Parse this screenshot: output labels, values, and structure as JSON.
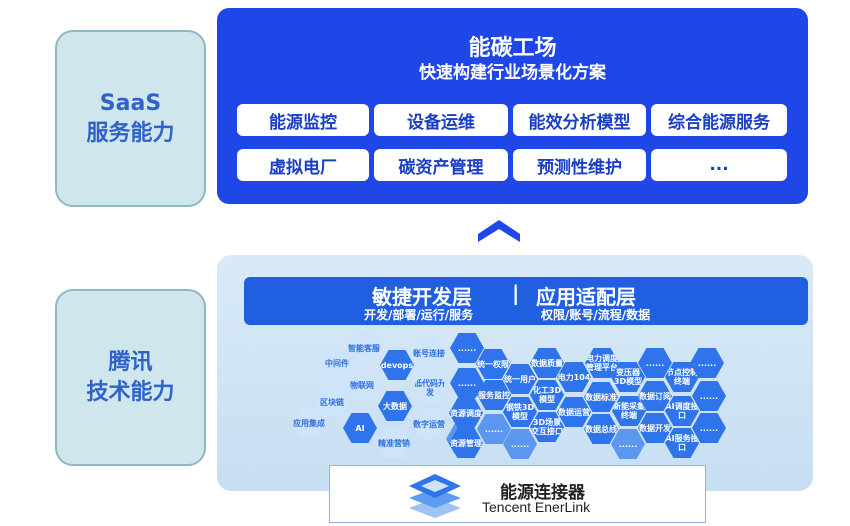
{
  "saas_box": {
    "line1": "SaaS",
    "line2": "服务能力"
  },
  "tencent_box": {
    "line1": "腾讯",
    "line2": "技术能力"
  },
  "top": {
    "title": "能碳工场",
    "subtitle": "快速构建行业场景化方案",
    "chips_row1": [
      "能源监控",
      "设备运维",
      "能效分析模型",
      "综合能源服务"
    ],
    "chips_row2": [
      "虚拟电厂",
      "碳资产管理",
      "预测性维护",
      "..."
    ]
  },
  "bar": {
    "left_heading": "敏捷开发层",
    "separator": "|",
    "right_heading": "应用适配层",
    "left_sub": "开发/部署/运行/服务",
    "right_sub": "权限/账号/流程/数据"
  },
  "hexes_left": [
    "中间件",
    "智能客服",
    "devops",
    "账号连接",
    "物联网",
    "低代码开发",
    "区块链",
    "大数据",
    "数字运营",
    "应用集成",
    "AI",
    "精准营销",
    "......"
  ],
  "hexes_right": [
    "......",
    "统一权限",
    "数据质量",
    "电力104",
    "电力调度管理平台",
    "变压器3D模型",
    "......",
    "节点控制终端",
    "......",
    "......",
    "统一用户",
    "化工3D模型",
    "数据标准",
    "新能采集终端",
    "数据订阅",
    "AI调度接口",
    "......",
    "服务监控",
    "钢铁3D模型",
    "数据运营",
    "数据开发",
    "......",
    "资源调度",
    "3D场景交互接口",
    "数据总线",
    "AI服务接口",
    "资源管理",
    "......",
    "......",
    "......"
  ],
  "connector": {
    "cn": "能源连接器",
    "en": "Tencent EnerLink"
  },
  "colors": {
    "primary_blue": "#1f47e8",
    "side_box_bg": "#cfe6ec",
    "panel_bg": "#d9eaf7"
  }
}
